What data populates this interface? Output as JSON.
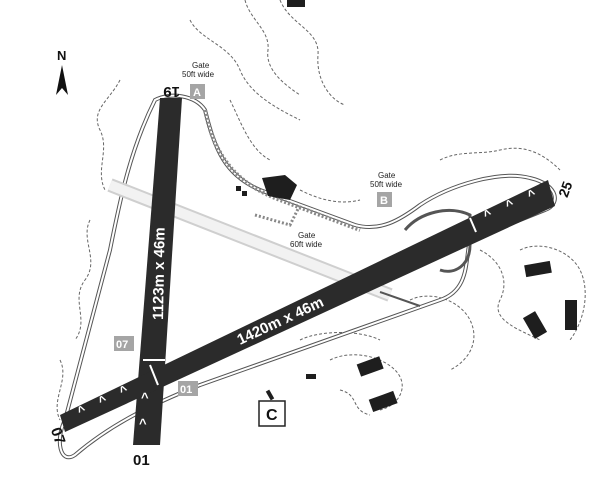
{
  "north": {
    "label": "N"
  },
  "runways": {
    "r19": "19",
    "r01": "01",
    "r07": "07",
    "r25": "25",
    "dim_01_19": "1123m x 46m",
    "dim_07_25": "1420m x 46m"
  },
  "gates": [
    {
      "tag": "A",
      "title": "Gate",
      "width": "50ft wide"
    },
    {
      "tag": "B",
      "title": "Gate",
      "width": "50ft wide"
    },
    {
      "tag": "",
      "title": "Gate",
      "width": "60ft wide"
    }
  ],
  "markers": {
    "m07": "07",
    "m01": "01",
    "c": "C"
  },
  "chevron": "^",
  "colors": {
    "runway": "#2b2b2b",
    "perimeter": "#555555",
    "tag_fill": "#a5a5a5",
    "building": "#1e1e1e",
    "taxiway": "#e4e4e4"
  }
}
